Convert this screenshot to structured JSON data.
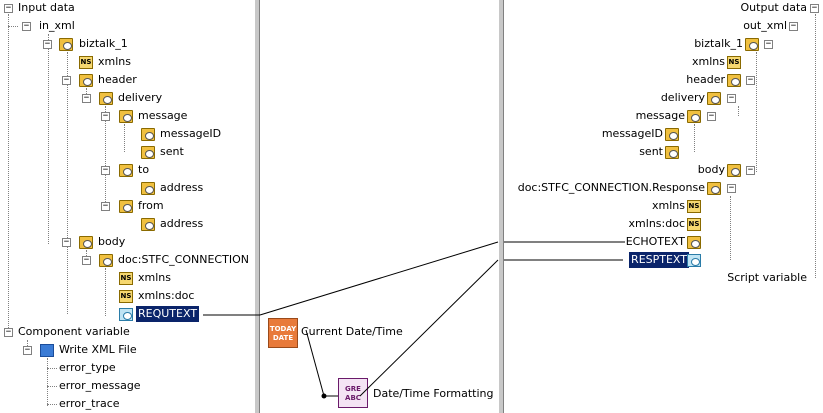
{
  "input_tree": {
    "root": "Input data",
    "in_xml": "in_xml",
    "biztalk": "biztalk_1",
    "xmlns": "xmlns",
    "header": "header",
    "delivery": "delivery",
    "message": "message",
    "messageID": "messageID",
    "sent": "sent",
    "to": "to",
    "to_address": "address",
    "from": "from",
    "from_address": "address",
    "body": "body",
    "connection": "doc:STFC_CONNECTION",
    "conn_xmlns": "xmlns",
    "conn_xmlns_doc": "xmlns:doc",
    "requtext": "REQUTEXT",
    "component_variable": "Component variable",
    "write_xml": "Write XML File",
    "error_type": "error_type",
    "error_message": "error_message",
    "error_trace": "error_trace"
  },
  "components": {
    "current_datetime": "Current Date/Time",
    "current_datetime_icon": "TODAY DATE",
    "datetime_formatting": "Date/Time Formatting",
    "datetime_formatting_icon": "GRE ABC"
  },
  "output_tree": {
    "root": "Output data",
    "out_xml": "out_xml",
    "biztalk": "biztalk_1",
    "xmlns": "xmlns",
    "header": "header",
    "delivery": "delivery",
    "message": "message",
    "messageID": "messageID",
    "sent": "sent",
    "body": "body",
    "response": "doc:STFC_CONNECTION.Response",
    "resp_xmlns": "xmlns",
    "resp_xmlns_doc": "xmlns:doc",
    "echotext": "ECHOTEXT",
    "resptext": "RESPTEXT",
    "script_variable": "Script variable"
  },
  "icons": {
    "collapse": "minus-toggle-icon",
    "folder": "element-folder-icon",
    "namespace": "namespace-icon",
    "leaf": "leaf-element-icon"
  },
  "colors": {
    "selection": "#0a246a",
    "divider": "#c8c8c8",
    "link_line": "#000000"
  }
}
